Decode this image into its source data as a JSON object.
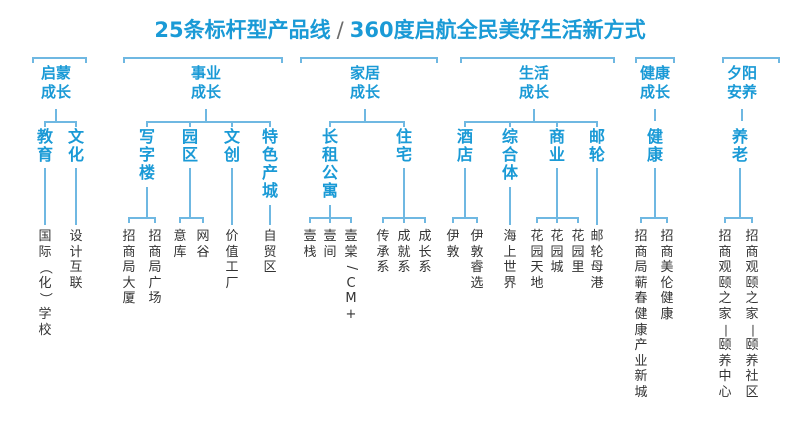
{
  "title": {
    "left": "25条标杆型产品线",
    "separator": "/",
    "right": "360度启航全民美好生活新方式"
  },
  "colors": {
    "accent": "#1a9ad6",
    "connector": "#6fb8e2",
    "text": "#333333"
  },
  "groups": [
    {
      "label": "启蒙成长",
      "categories": [
        {
          "label": "教育",
          "items": [
            "国际（化）学校"
          ]
        },
        {
          "label": "文化",
          "items": [
            "设计互联"
          ]
        }
      ]
    },
    {
      "label": "事业成长",
      "categories": [
        {
          "label": "写字楼",
          "items": [
            "招商局大厦",
            "招商局广场"
          ]
        },
        {
          "label": "园区",
          "items": [
            "意库",
            "网谷"
          ]
        },
        {
          "label": "文创",
          "items": [
            "价值工厂"
          ]
        },
        {
          "label": "特色产城",
          "items": [
            "自贸区"
          ]
        }
      ]
    },
    {
      "label": "家居成长",
      "categories": [
        {
          "label": "长租公寓",
          "items": [
            "壹栈",
            "壹间",
            "壹棠/CM+"
          ]
        },
        {
          "label": "住宅",
          "items": [
            "传承系",
            "成就系",
            "成长系"
          ]
        }
      ]
    },
    {
      "label": "生活成长",
      "categories": [
        {
          "label": "酒店",
          "items": [
            "伊敦",
            "伊敦睿选"
          ]
        },
        {
          "label": "综合体",
          "items": [
            "海上世界"
          ]
        },
        {
          "label": "商业",
          "items": [
            "花园天地",
            "花园城",
            "花园里"
          ]
        },
        {
          "label": "邮轮",
          "items": [
            "邮轮母港"
          ]
        }
      ]
    },
    {
      "label": "健康成长",
      "categories": [
        {
          "label": "健康",
          "items": [
            "招商局蕲春健康产业新城",
            "招商美伦健康"
          ]
        }
      ]
    },
    {
      "label": "夕阳安养",
      "categories": [
        {
          "label": "养老",
          "items": [
            "招商观颐之家—颐养中心",
            "招商观颐之家—颐养社区"
          ]
        }
      ]
    }
  ]
}
